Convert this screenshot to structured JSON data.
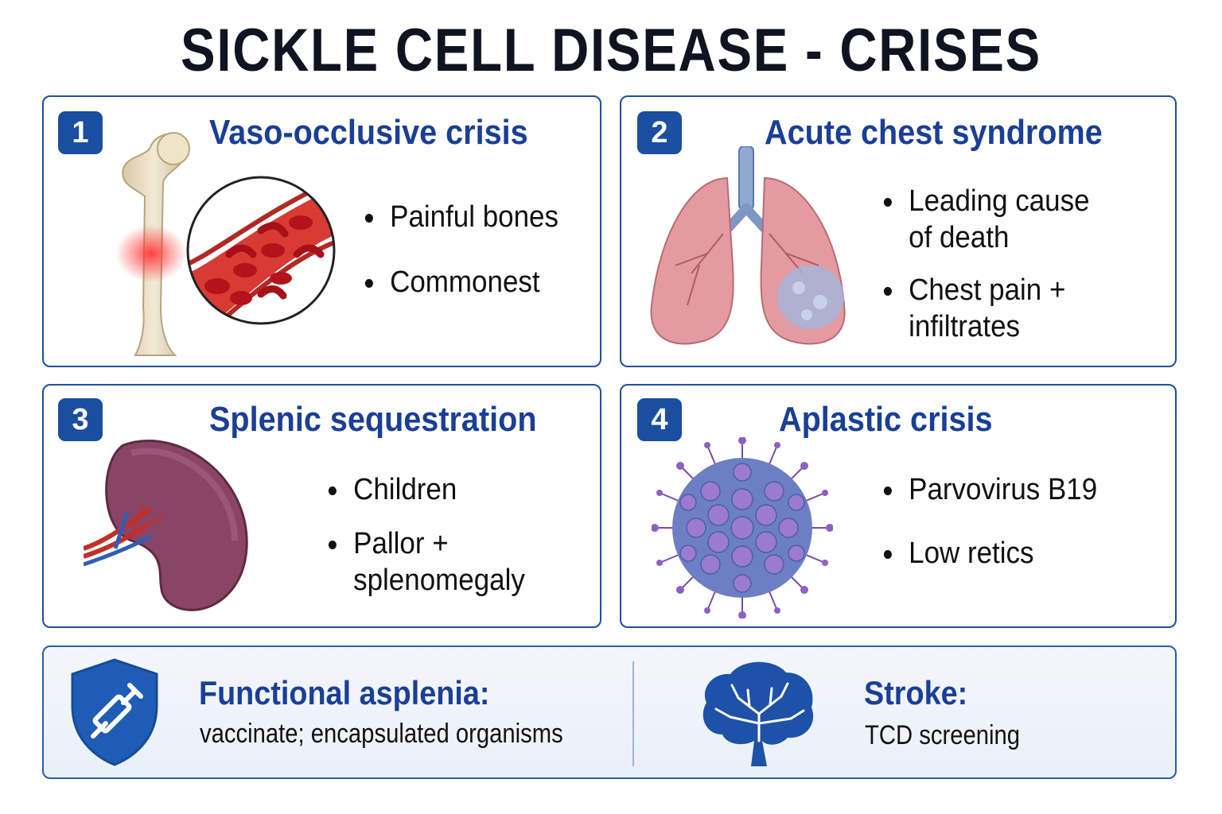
{
  "title": "SICKLE CELL DISEASE - CRISES",
  "crises": [
    {
      "number": "1",
      "title": "Vaso-occlusive crisis",
      "bullets": [
        "Painful bones",
        "Commonest"
      ]
    },
    {
      "number": "2",
      "title": "Acute chest syndrome",
      "bullets": [
        "Leading cause",
        "of death",
        "Chest pain +",
        "infiltrates"
      ]
    },
    {
      "number": "3",
      "title": "Splenic sequestration",
      "bullets": [
        "Children",
        "Pallor +",
        "splenomegaly"
      ]
    },
    {
      "number": "4",
      "title": "Aplastic crisis",
      "bullets": [
        "Parvovirus B19",
        "Low retics"
      ]
    }
  ],
  "footer": {
    "left": {
      "title": "Functional asplenia:",
      "text": "vaccinate; encapsulated organisms",
      "icon": "shield-syringe-icon"
    },
    "right": {
      "title": "Stroke:",
      "text": "TCD screening",
      "icon": "brain-icon"
    }
  },
  "colors": {
    "accent": "#1a4ea0",
    "title_blue": "#1a3f97",
    "border": "#1f4ea6"
  }
}
